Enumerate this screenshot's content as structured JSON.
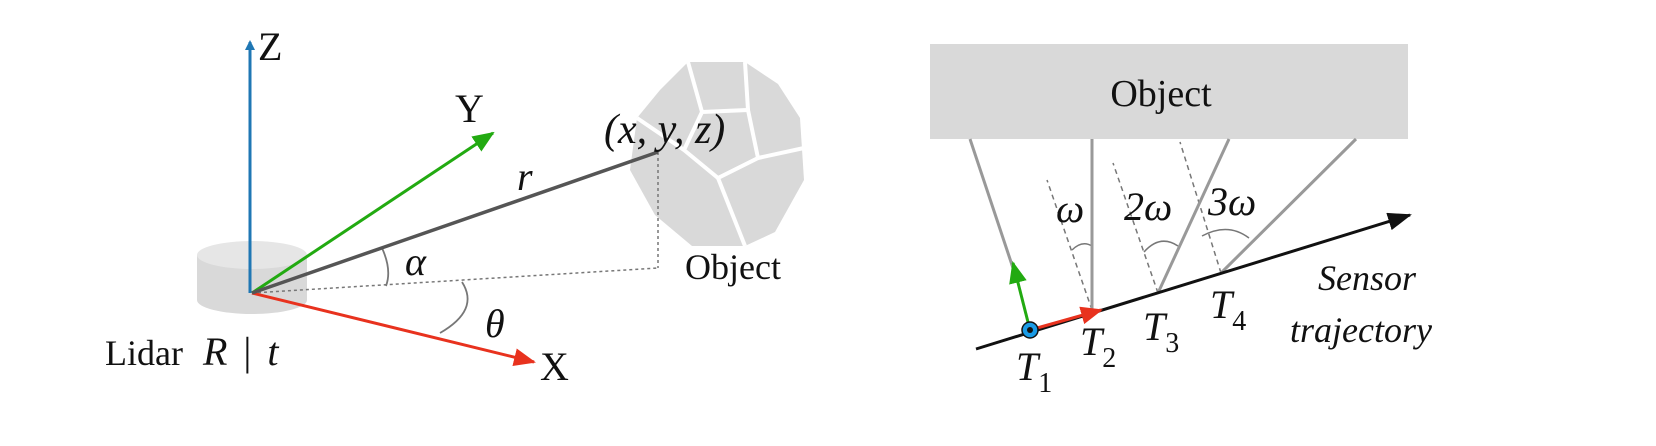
{
  "left": {
    "axis_z": "Z",
    "axis_y": "Y",
    "axis_x": "X",
    "range": "r",
    "point": "(x, y, z)",
    "alpha": "α",
    "theta": "θ",
    "object": "Object",
    "lidar_text": "Lidar",
    "lidar_R": "R",
    "lidar_bar": "|",
    "lidar_t": "t"
  },
  "right": {
    "object": "Object",
    "omega1": "ω",
    "omega2": "2ω",
    "omega3": "3ω",
    "t1": "T",
    "t1_sub": "1",
    "t2": "T",
    "t2_sub": "2",
    "t3": "T",
    "t3_sub": "3",
    "t4": "T",
    "t4_sub": "4",
    "sensor": "Sensor",
    "trajectory": "trajectory"
  },
  "colors": {
    "z_axis": "#1f77b4",
    "y_axis": "#22aa11",
    "x_axis": "#e8321e",
    "range_line": "#555555",
    "object_fill": "#d9d9d9",
    "beam": "#999999",
    "t1_marker": "#1a9be6"
  }
}
